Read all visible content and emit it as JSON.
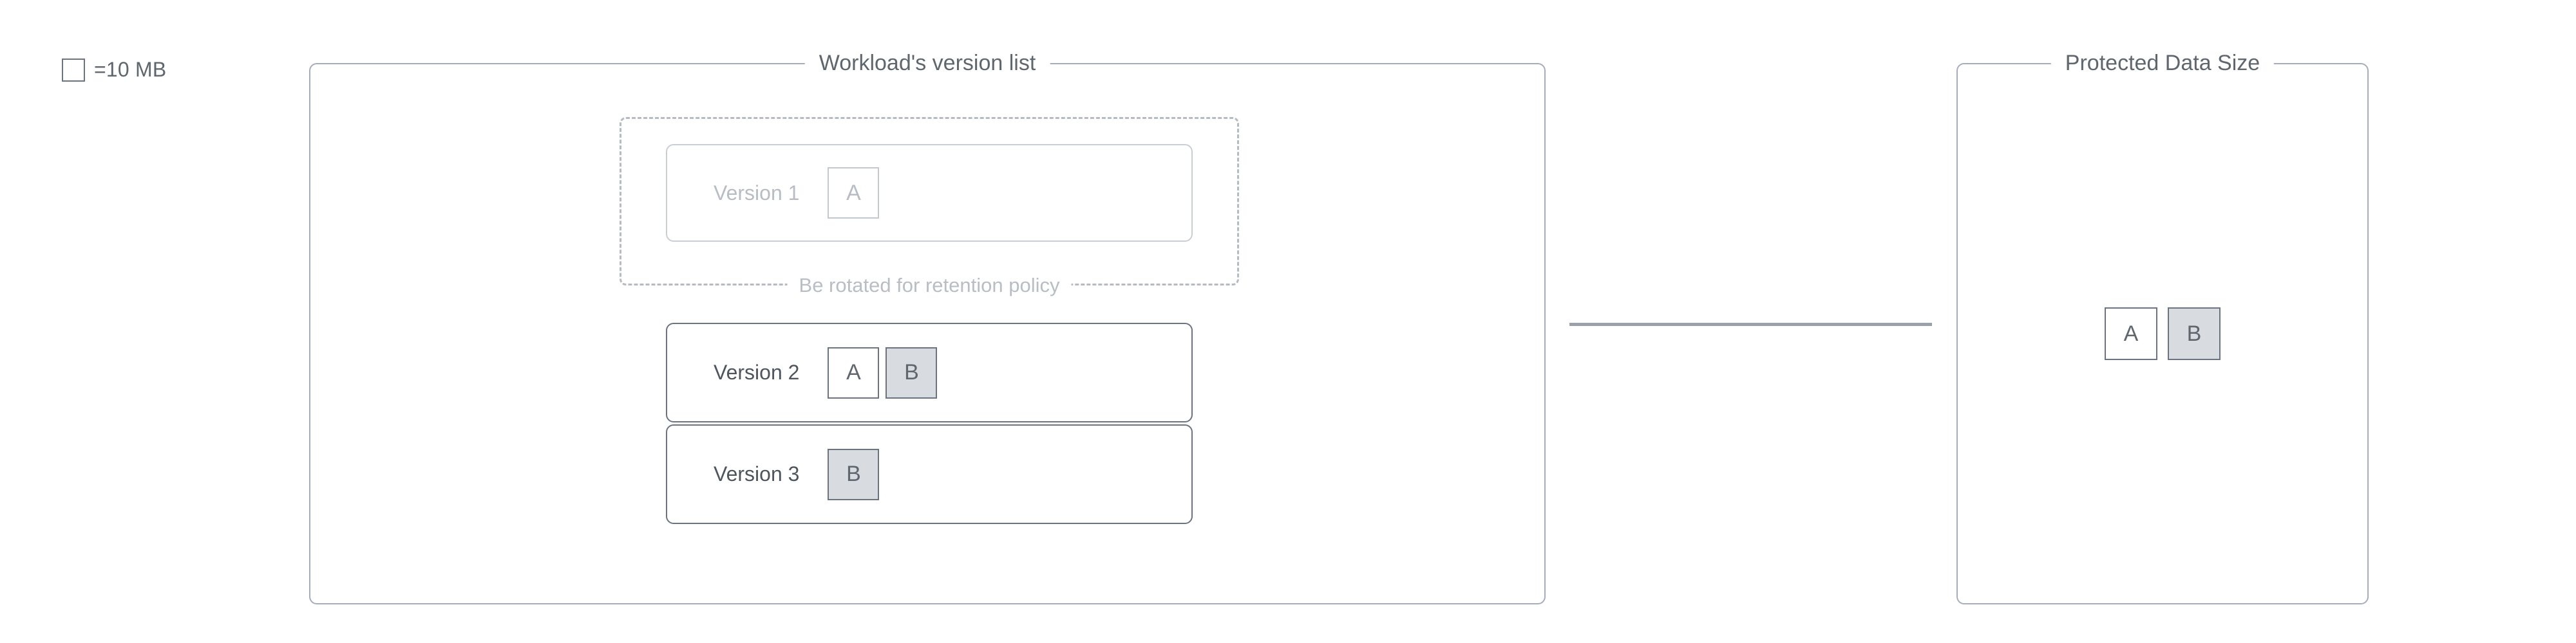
{
  "legend": {
    "icon": "empty-square-swatch",
    "label": "=10 MB"
  },
  "workload_panel": {
    "title": "Workload's version list",
    "rotation_group": {
      "caption": "Be rotated for retention policy"
    },
    "versions": [
      {
        "label": "Version 1",
        "faded": true,
        "blocks": [
          {
            "label": "A",
            "filled": false
          }
        ]
      },
      {
        "label": "Version 2",
        "faded": false,
        "blocks": [
          {
            "label": "A",
            "filled": false
          },
          {
            "label": "B",
            "filled": true
          }
        ]
      },
      {
        "label": "Version 3",
        "faded": false,
        "blocks": [
          {
            "label": "B",
            "filled": true
          }
        ]
      }
    ]
  },
  "protected_panel": {
    "title": "Protected Data Size",
    "blocks": [
      {
        "label": "A",
        "filled": false
      },
      {
        "label": "B",
        "filled": true
      }
    ]
  },
  "colors": {
    "panel_border": "#a5adba",
    "card_border": "#6b7280",
    "text": "#5f666e",
    "faded_text": "#b8bcc3",
    "faded_border": "#c9ced4",
    "block_fill": "#d8dce1",
    "connector": "#9aa1ab",
    "dashed_border": "#b6bac2",
    "background": "#ffffff"
  }
}
